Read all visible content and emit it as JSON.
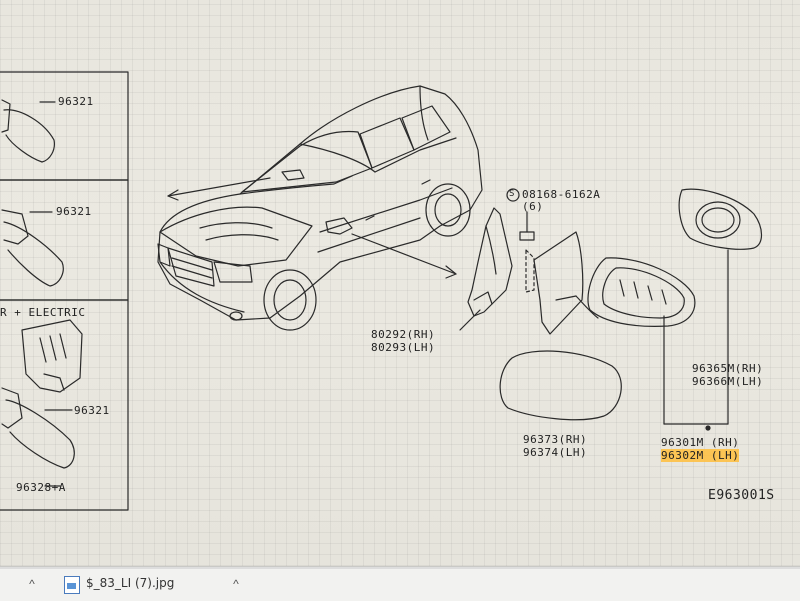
{
  "diagram": {
    "code": "E963001S",
    "left_panel": {
      "part_96321_a": "96321",
      "part_96321_b": "96321",
      "section_title": "R + ELECTRIC",
      "part_96321_c": "96321",
      "part_96328": "96328+A"
    },
    "parts": {
      "screw_code": "08168-6162A",
      "screw_qty": "(6)",
      "glass_rh": "80292(RH)",
      "glass_lh": "80293(LH)",
      "mirror_glass_rh": "96365M(RH)",
      "mirror_glass_lh": "96366M(LH)",
      "cover_rh": "96373(RH)",
      "cover_lh": "96374(LH)",
      "assy_rh": "96301M (RH)",
      "assy_lh": "96302M (LH)"
    },
    "screw_symbol": "S"
  },
  "taskbar": {
    "file_name": "$_83_LI (7).jpg",
    "up_icon": "chevron-up-icon"
  }
}
